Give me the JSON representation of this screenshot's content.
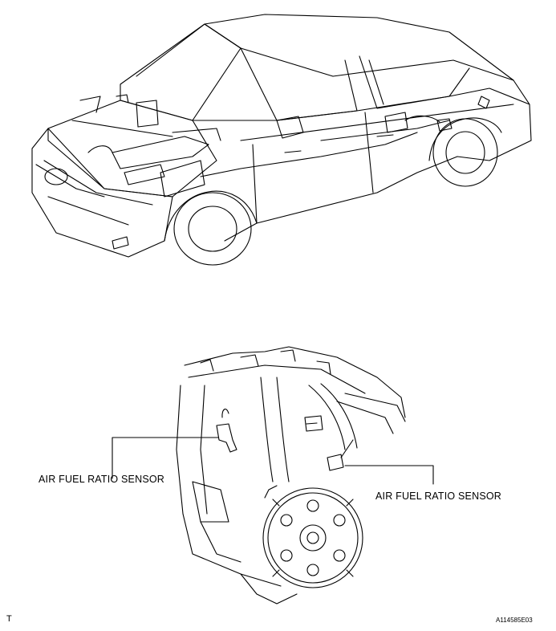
{
  "callouts": {
    "left_label": "AIR FUEL RATIO SENSOR",
    "right_label": "AIR FUEL RATIO SENSOR"
  },
  "footer": {
    "corner_mark": "T",
    "figure_code": "A114585E03"
  },
  "colors": {
    "line": "#000000",
    "background": "#ffffff"
  }
}
